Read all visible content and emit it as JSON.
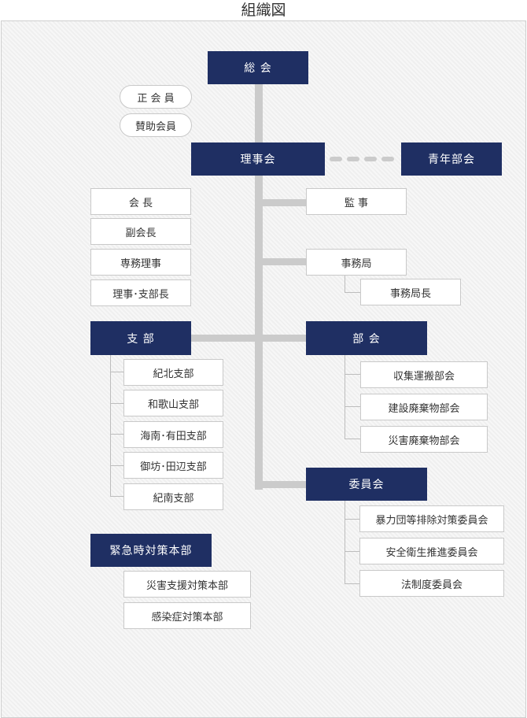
{
  "title": "組織図",
  "nodes": {
    "soukai": "総 会",
    "seikaiin": "正 会 員",
    "sanjo": "賛助会員",
    "rijikai": "理事会",
    "seinen": "青年部会",
    "kaicho": "会 長",
    "fukukaicho": "副会長",
    "senmu": "専務理事",
    "riji_shibucho": "理事･支部長",
    "kanji": "監 事",
    "jimukyoku": "事務局",
    "jimukyokucho": "事務局長",
    "shibu": "支 部",
    "bukai": "部 会",
    "iinkai": "委員会",
    "kinkyu": "緊急時対策本部"
  },
  "shibu_list": [
    "紀北支部",
    "和歌山支部",
    "海南･有田支部",
    "御坊･田辺支部",
    "紀南支部"
  ],
  "bukai_list": [
    "収集運搬部会",
    "建設廃棄物部会",
    "災害廃棄物部会"
  ],
  "iinkai_list": [
    "暴力団等排除対策委員会",
    "安全衛生推進委員会",
    "法制度委員会"
  ],
  "kinkyu_list": [
    "災害支援対策本部",
    "感染症対策本部"
  ],
  "colors": {
    "dark": "#1f2f63",
    "connector": "#cbcbcb"
  }
}
